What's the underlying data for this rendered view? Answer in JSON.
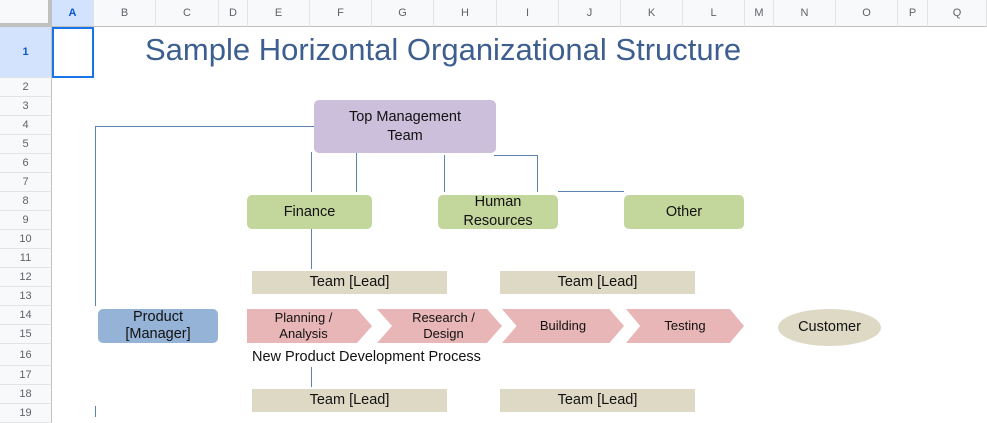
{
  "columns": [
    "A",
    "B",
    "C",
    "D",
    "E",
    "F",
    "G",
    "H",
    "I",
    "J",
    "K",
    "L",
    "M",
    "N",
    "O",
    "P",
    "Q"
  ],
  "rows": [
    "1",
    "2",
    "3",
    "4",
    "5",
    "6",
    "7",
    "8",
    "9",
    "10",
    "11",
    "12",
    "13",
    "14",
    "15",
    "16",
    "17",
    "18",
    "19"
  ],
  "selected_cell": "A1",
  "title": "Sample Horizontal Organizational Structure",
  "top_management": "Top Management Team",
  "departments": [
    "Finance",
    "Human Resources",
    "Other"
  ],
  "team_leads_top": [
    "Team [Lead]",
    "Team [Lead]"
  ],
  "team_leads_bottom": [
    "Team [Lead]",
    "Team [Lead]"
  ],
  "product_manager": "Product [Manager]",
  "process_steps": [
    "Planning / Analysis",
    "Research / Design",
    "Building",
    "Testing"
  ],
  "customer": "Customer",
  "process_caption": "New Product Development Process",
  "colors": {
    "title": "#3d5f8f",
    "top_management": "#cbbfdb",
    "department": "#c3d69b",
    "team_lead": "#ddd9c4",
    "product_manager": "#95b3d7",
    "process_step": "#e8b6b6",
    "customer": "#ddd9c4",
    "connector": "#5b83ad"
  }
}
